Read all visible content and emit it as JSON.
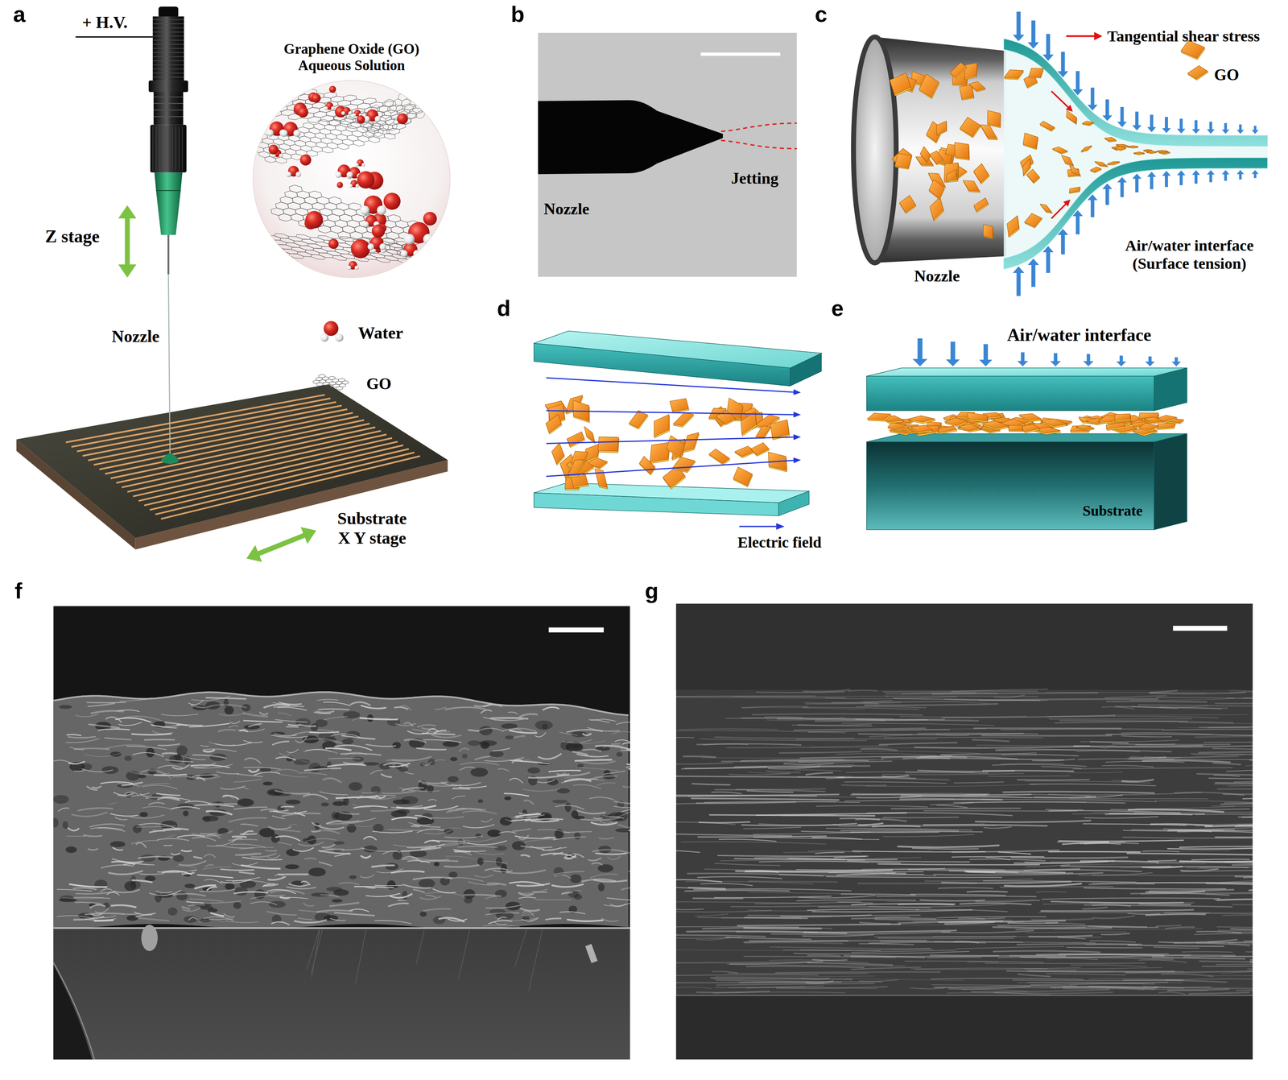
{
  "diagram": {
    "labels": [
      "a",
      "+ H.V.",
      "Graphene Oxide (GO) Aqueous Solution",
      "Z stage",
      "Nozzle",
      "Water",
      "GO",
      "Substrate X Y stage",
      "b",
      "Nozzle",
      "Jetting",
      "c",
      "Tangential shear stress",
      "GO",
      "Nozzle",
      "Air/water interface (Surface tension)",
      "d",
      "Electric field",
      "e",
      "Air/water interface",
      "Substrate",
      "f",
      "g"
    ]
  }
}
